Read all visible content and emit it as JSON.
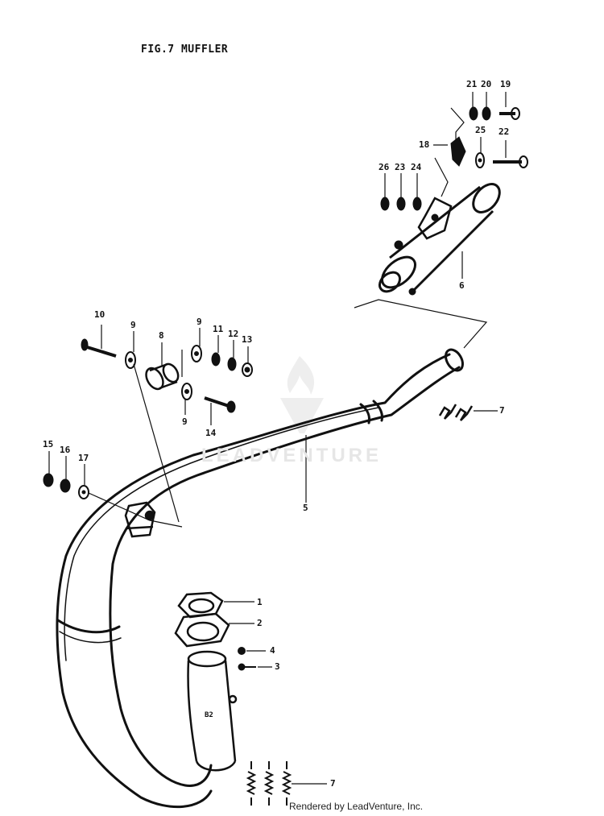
{
  "figure": {
    "title": "FIG.7  MUFFLER"
  },
  "callouts": [
    {
      "id": "c1",
      "text": "1"
    },
    {
      "id": "c2",
      "text": "2"
    },
    {
      "id": "c3",
      "text": "3"
    },
    {
      "id": "c4",
      "text": "4"
    },
    {
      "id": "c5",
      "text": "5"
    },
    {
      "id": "c6",
      "text": "6"
    },
    {
      "id": "c7a",
      "text": "7"
    },
    {
      "id": "c7b",
      "text": "7"
    },
    {
      "id": "c8",
      "text": "8"
    },
    {
      "id": "c9a",
      "text": "9"
    },
    {
      "id": "c9b",
      "text": "9"
    },
    {
      "id": "c9c",
      "text": "9"
    },
    {
      "id": "c10",
      "text": "10"
    },
    {
      "id": "c11",
      "text": "11"
    },
    {
      "id": "c12",
      "text": "12"
    },
    {
      "id": "c13",
      "text": "13"
    },
    {
      "id": "c14",
      "text": "14"
    },
    {
      "id": "c15",
      "text": "15"
    },
    {
      "id": "c16",
      "text": "16"
    },
    {
      "id": "c17",
      "text": "17"
    },
    {
      "id": "c18",
      "text": "18"
    },
    {
      "id": "c19",
      "text": "19"
    },
    {
      "id": "c20",
      "text": "20"
    },
    {
      "id": "c21",
      "text": "21"
    },
    {
      "id": "c22",
      "text": "22"
    },
    {
      "id": "c23",
      "text": "23"
    },
    {
      "id": "c24",
      "text": "24"
    },
    {
      "id": "c25",
      "text": "25"
    },
    {
      "id": "c26",
      "text": "26"
    }
  ],
  "watermark": {
    "text": "LEADVENTURE"
  },
  "footer": {
    "text": "Rendered by LeadVenture, Inc."
  },
  "colors": {
    "ink": "#111111",
    "watermark": "#e6e6e6",
    "background": "#ffffff"
  }
}
